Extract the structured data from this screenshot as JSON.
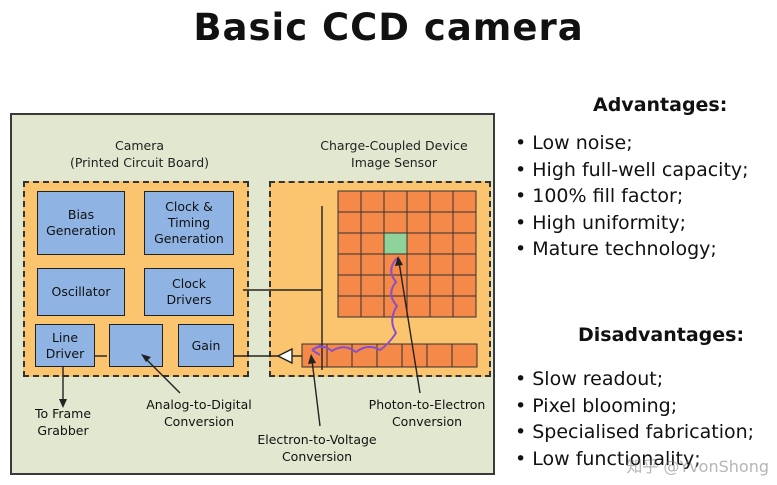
{
  "title": "Basic CCD camera",
  "camera_label": "Camera\n(Printed Circuit Board)",
  "sensor_label": "Charge-Coupled Device\nImage Sensor",
  "blocks": {
    "bias": "Bias\nGeneration",
    "clock_timing": "Clock &\nTiming\nGeneration",
    "oscillator": "Oscillator",
    "clock_drivers": "Clock\nDrivers",
    "line_driver": "Line\nDriver",
    "adc": "",
    "gain": "Gain"
  },
  "labels": {
    "frame_grabber": "To Frame\nGrabber",
    "adc": "Analog-to-Digital\nConversion",
    "e_to_v": "Electron-to-Voltage\nConversion",
    "p_to_e": "Photon-to-Electron\nConversion"
  },
  "advantages": {
    "heading": "Advantages:",
    "items": [
      "Low noise;",
      "High full-well capacity;",
      "100% fill factor;",
      "High uniformity;",
      "Mature technology;"
    ]
  },
  "disadvantages": {
    "heading": "Disadvantages:",
    "items": [
      "Slow readout;",
      "Pixel blooming;",
      "Specialised fabrication;",
      "Low functionality;"
    ]
  },
  "watermark": "知乎 @YvonShong",
  "colors": {
    "panel": "#e2e8cf",
    "board": "#fbc46f",
    "block": "#8fb3e3",
    "pixel": "#f5894a",
    "active_pixel": "#8fd39a",
    "path": "#8a4fc4"
  }
}
